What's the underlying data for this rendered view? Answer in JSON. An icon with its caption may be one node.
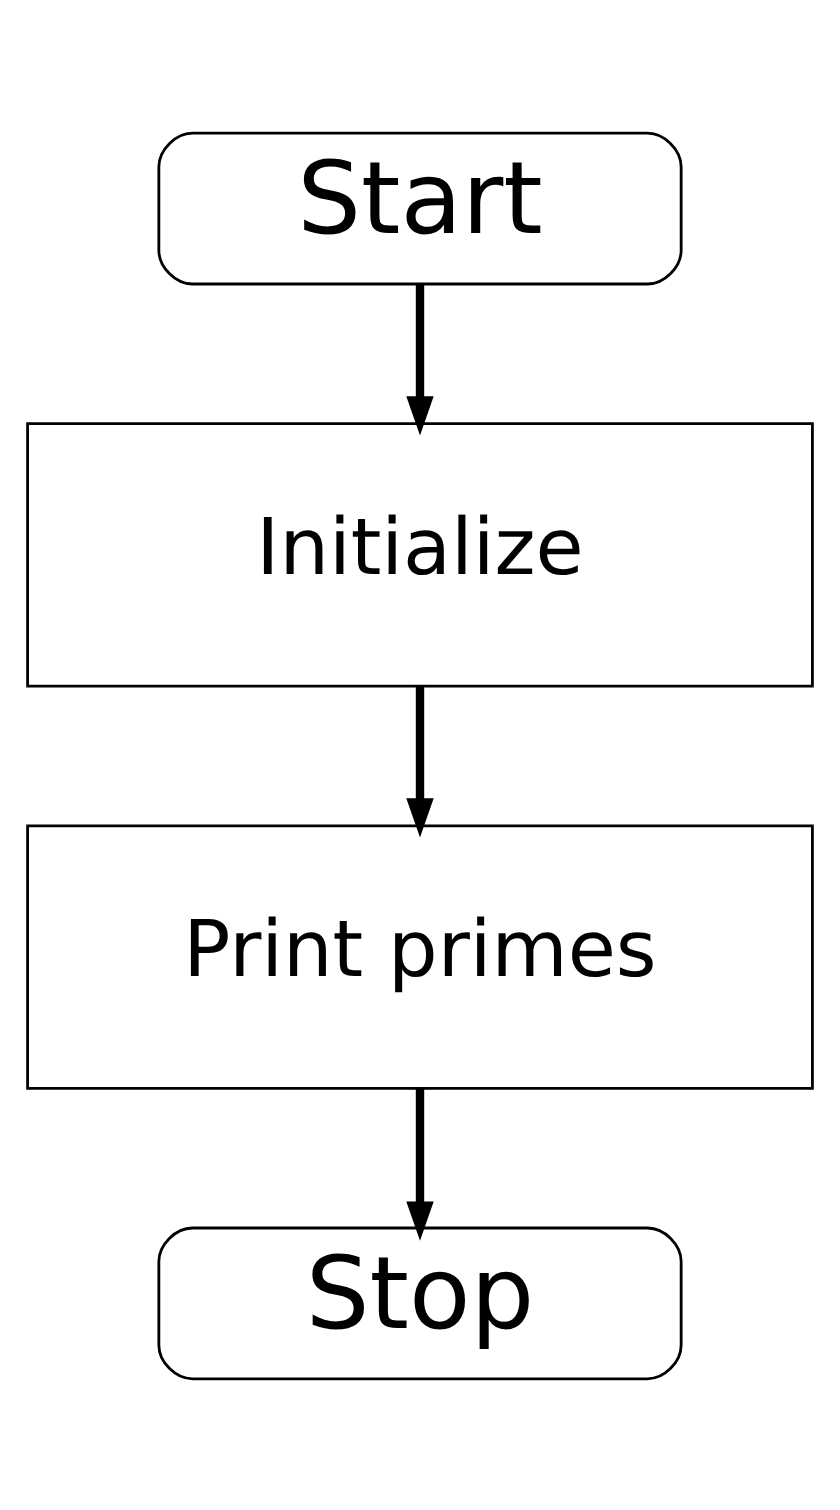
{
  "diagram": {
    "nodes": [
      {
        "text": [
          "Start"
        ]
      },
      {
        "text": [
          "Initialize"
        ]
      },
      {
        "text": [
          "Print primes"
        ]
      },
      {
        "text": [
          "Stop"
        ]
      }
    ],
    "edges": [
      {
        "from": 0,
        "to": 1,
        "arrow": "to"
      },
      {
        "from": 1,
        "to": 2,
        "arrow": "to"
      },
      {
        "from": 2,
        "to": 3,
        "arrow": "to"
      }
    ]
  }
}
